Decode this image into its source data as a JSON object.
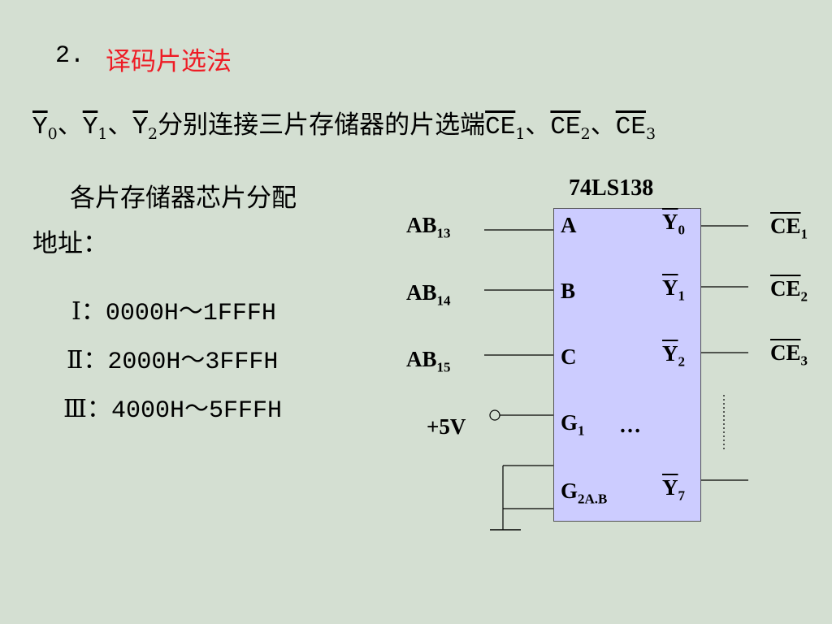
{
  "title": {
    "number": "2.",
    "text": "译码片选法"
  },
  "description": {
    "y_signals": [
      {
        "base": "Y",
        "sub": "0"
      },
      {
        "base": "Y",
        "sub": "1"
      },
      {
        "base": "Y",
        "sub": "2"
      }
    ],
    "sep": "、",
    "middle": "分别连接三片存储器的片选端",
    "ce_signals": [
      {
        "base": "CE",
        "sub": "1"
      },
      {
        "base": "CE",
        "sub": "2"
      },
      {
        "base": "CE",
        "sub": "3"
      }
    ]
  },
  "intro": {
    "line1": "各片存储器芯片分配",
    "line2": "地址："
  },
  "ranges": [
    {
      "roman": "Ⅰ：",
      "range": "0000H～1FFFH"
    },
    {
      "roman": "Ⅱ：",
      "range": "2000H～3FFFH"
    },
    {
      "roman": "Ⅲ：",
      "range": "4000H～5FFFH"
    }
  ],
  "chip": {
    "name": "74LS138",
    "inputs": {
      "a": "A",
      "b": "B",
      "c": "C",
      "g1": "G",
      "g1_sub": "1",
      "g2": "G",
      "g2_sub": "2A.B"
    },
    "ellipsis": "…",
    "outputs": [
      {
        "base": "Y",
        "sub": "0"
      },
      {
        "base": "Y",
        "sub": "1"
      },
      {
        "base": "Y",
        "sub": "2"
      },
      {
        "base": "Y",
        "sub": "7"
      }
    ]
  },
  "address_lines": [
    {
      "base": "AB",
      "sub": "13"
    },
    {
      "base": "AB",
      "sub": "14"
    },
    {
      "base": "AB",
      "sub": "15"
    }
  ],
  "power": "+5V",
  "chip_selects": [
    {
      "base": "CE",
      "sub": "1"
    },
    {
      "base": "CE",
      "sub": "2"
    },
    {
      "base": "CE",
      "sub": "3"
    }
  ]
}
